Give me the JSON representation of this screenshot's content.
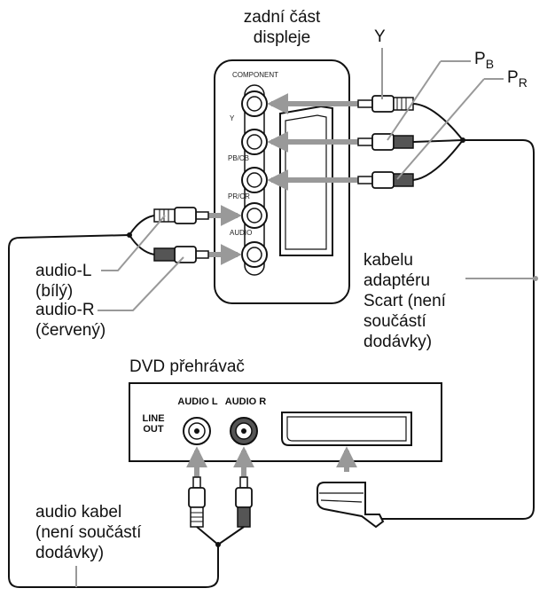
{
  "display_panel": {
    "title": "zadní část\ndispleje",
    "component_label": "COMPONENT",
    "jack_y": "Y",
    "jack_pb": "PB/CB",
    "jack_pr": "PR/CR",
    "audio_label": "AUDIO"
  },
  "callouts": {
    "y": "Y",
    "pb_main": "P",
    "pb_sub": "B",
    "pr_main": "P",
    "pr_sub": "R",
    "audio_l": "audio-L\n(bílý)",
    "audio_r": "audio-R\n(červený)",
    "scart_cable": "kabelu\nadaptéru\nScart (není\nsoučástí\ndodávky)",
    "audio_cable": "audio kabel\n(není součástí\ndodávky)"
  },
  "dvd": {
    "title": "DVD přehrávač",
    "line_out": "LINE\nOUT",
    "audio_l": "AUDIO L",
    "audio_r": "AUDIO R"
  }
}
